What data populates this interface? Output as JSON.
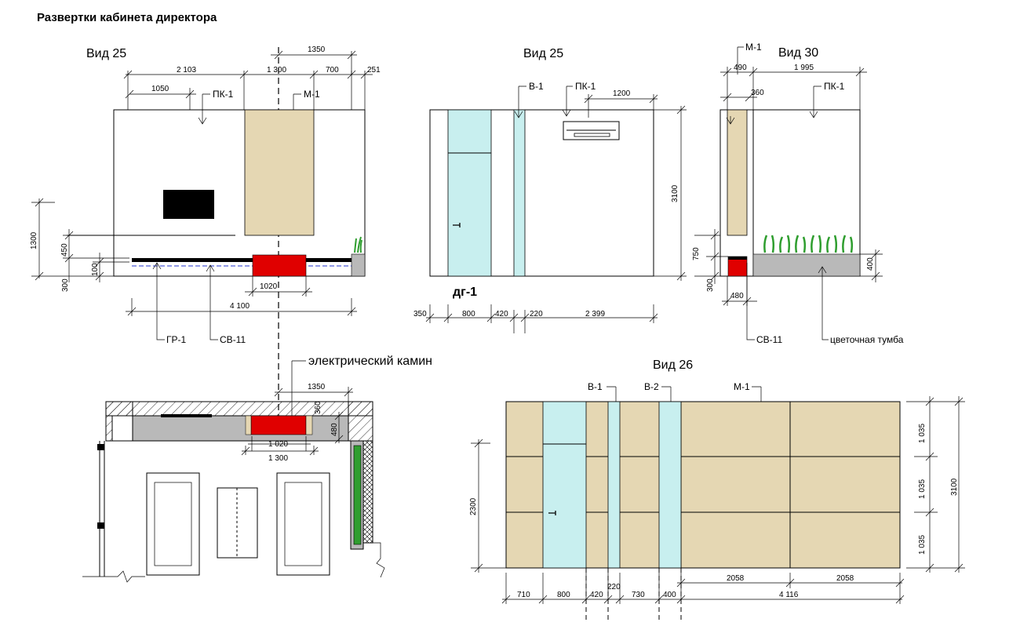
{
  "title": "Развертки кабинета директора",
  "colors": {
    "ink": "#000000",
    "wood": "#e5d7b3",
    "glass": "#c8efef",
    "fireplace": "#e00000",
    "grey": "#b9b9b9",
    "plant": "#2f9e2f",
    "blue": "#2233cc"
  },
  "view_left": {
    "label": "Вид 25",
    "dims_top": [
      "2 103",
      "1 300",
      "700",
      "251",
      "1350",
      "1050"
    ],
    "dims_left": [
      "1300",
      "450",
      "100",
      "300"
    ],
    "dims_bottom": [
      "1020",
      "4 100"
    ],
    "callouts": {
      "pk1": "ПК-1",
      "m1": "М-1",
      "gr1": "ГР-1",
      "sv11": "СВ-11"
    }
  },
  "view_mid": {
    "label": "Вид 25",
    "callouts": {
      "v1": "В-1",
      "pk1": "ПК-1"
    },
    "dim_1200": "1200",
    "dim_height": "3100",
    "door_label": "дг-1",
    "dims_bottom": [
      "350",
      "800",
      "420",
      "220",
      "2 399"
    ]
  },
  "view_right": {
    "label": "Вид 30",
    "callouts": {
      "m1": "М-1",
      "pk1": "ПК-1",
      "sv11": "СВ-11",
      "planter": "цветочная тумба"
    },
    "dims_top": [
      "490",
      "1 995",
      "360"
    ],
    "dims_left": [
      "750",
      "300"
    ],
    "dim_right": "400",
    "dim_bottom": "480"
  },
  "plan": {
    "fireplace_label": "электрический камин",
    "dims": [
      "1350",
      "360",
      "480",
      "1 020",
      "1 300"
    ]
  },
  "view_bottom": {
    "label": "Вид 26",
    "callouts": {
      "v1": "В-1",
      "v2": "В-2",
      "m1": "М-1"
    },
    "dims_right": [
      "1 035",
      "1 035",
      "1 035",
      "3100"
    ],
    "dim_left": "2300",
    "dims_bottom": [
      "710",
      "800",
      "420",
      "220",
      "730",
      "400",
      "2058",
      "2058",
      "4 116"
    ]
  }
}
